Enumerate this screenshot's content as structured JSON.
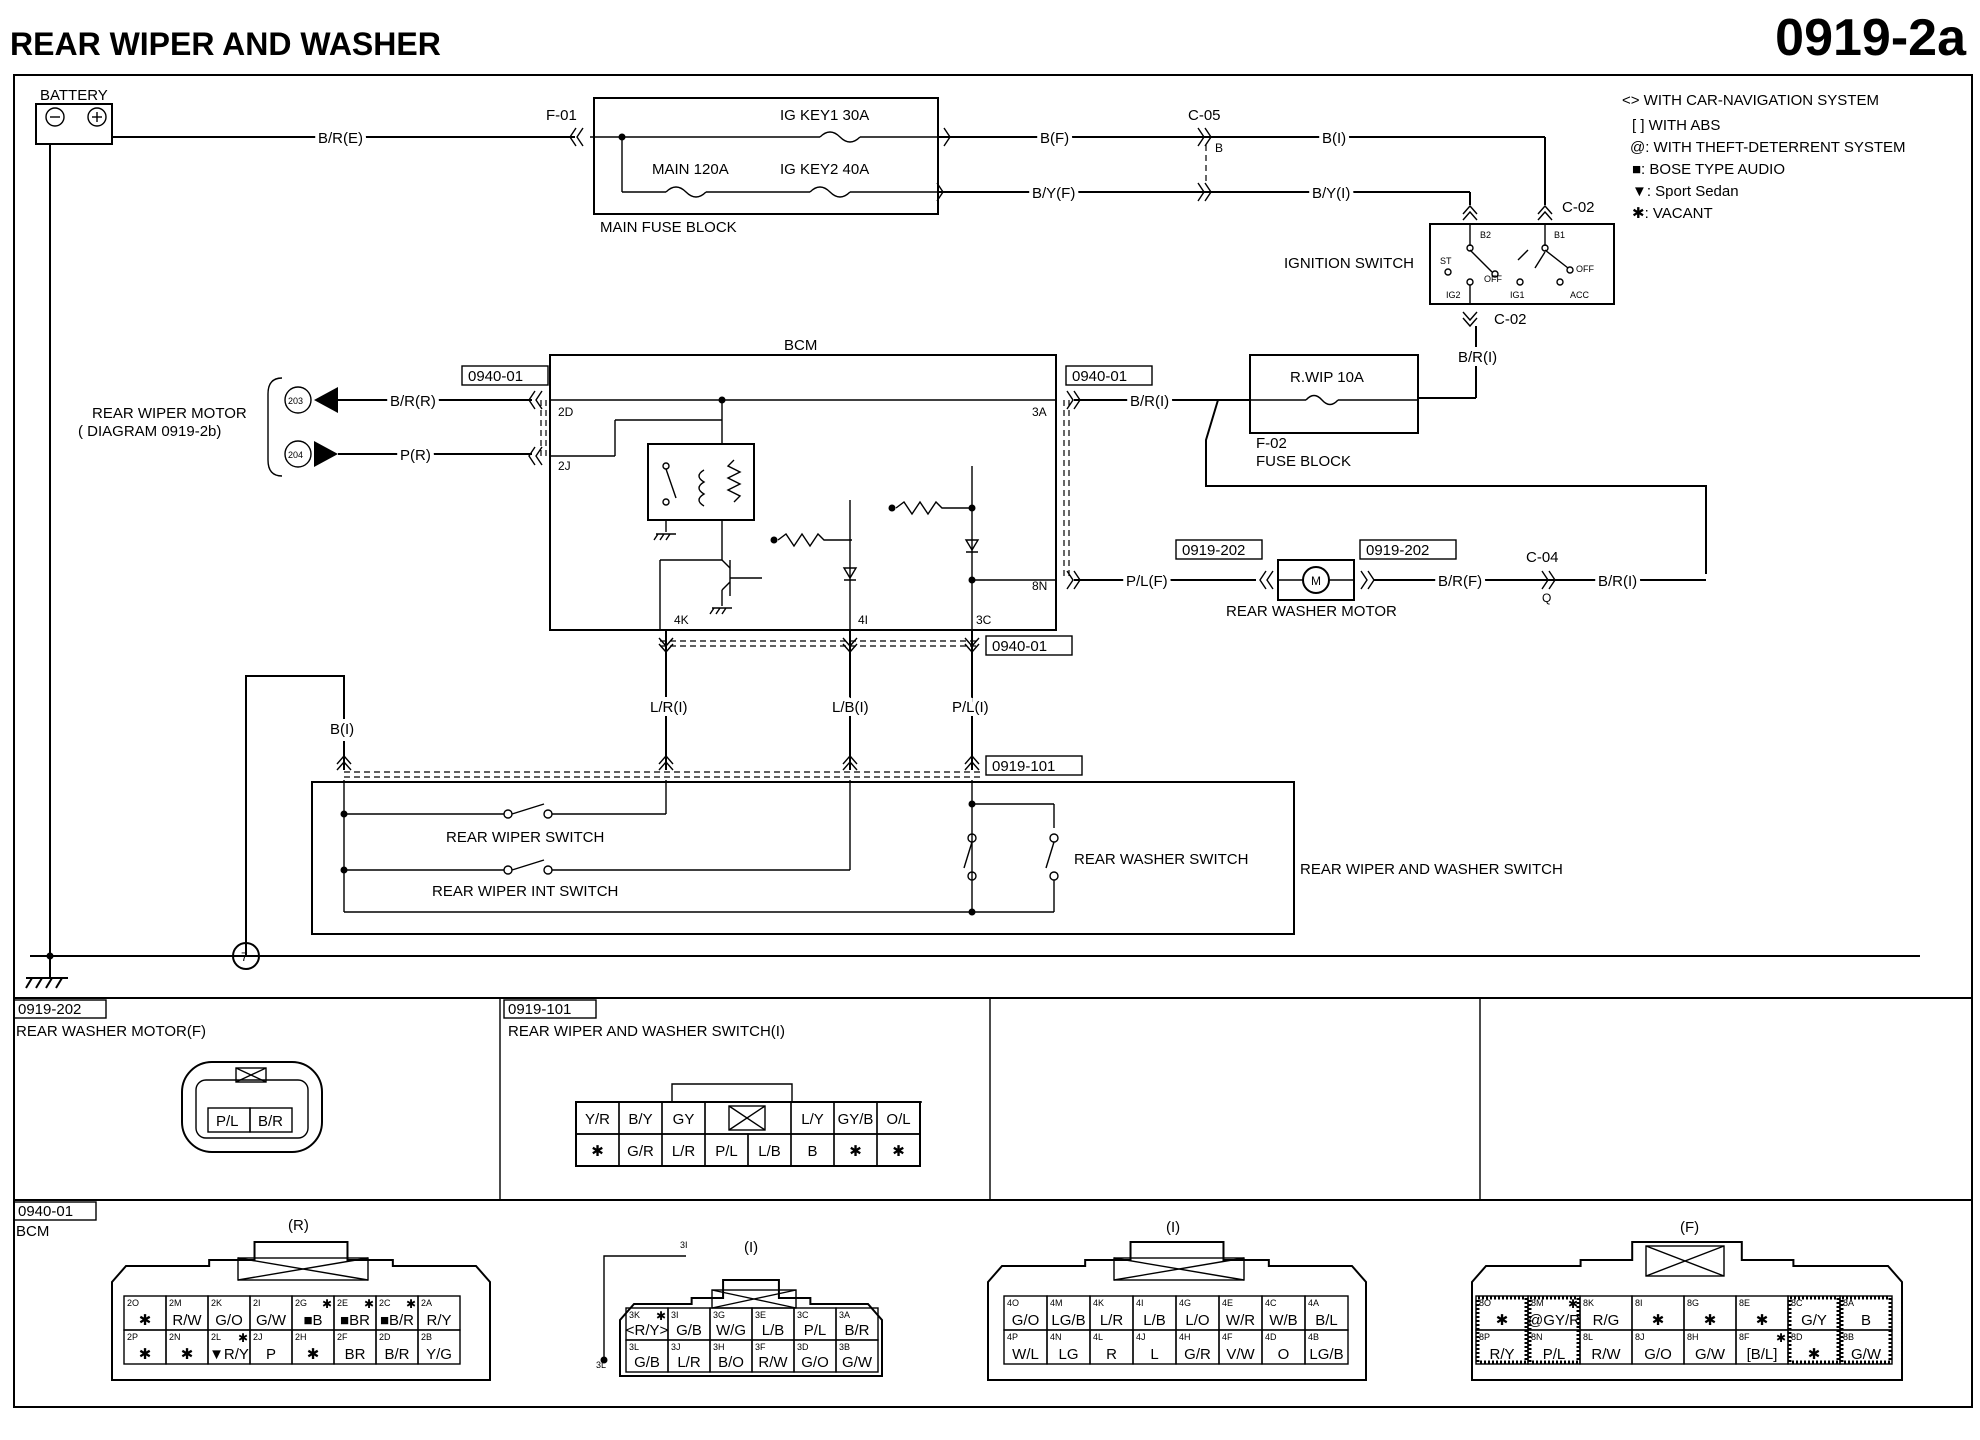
{
  "title": "REAR WIPER AND WASHER",
  "code": "0919-2a",
  "legend": [
    "<> WITH CAR-NAVIGATION SYSTEM",
    "[ ] WITH ABS",
    "@: WITH THEFT-DETERRENT SYSTEM",
    "■: BOSE TYPE AUDIO",
    "▼: Sport Sedan",
    "✱: VACANT"
  ],
  "power": {
    "battery": "BATTERY",
    "fuse_block": "MAIN FUSE BLOCK",
    "main_fuse": "MAIN 120A",
    "ig_key1": "IG KEY1 30A",
    "ig_key2": "IG KEY2 40A",
    "conn_f01": "F-01",
    "conn_c05": "C-05",
    "c05_pin": "B",
    "wire_br_e": "B/R(E)",
    "wire_b_f": "B(F)",
    "wire_by_f": "B/Y(F)",
    "wire_b_i": "B(I)",
    "wire_by_i": "B/Y(I)"
  },
  "ignition": {
    "name": "IGNITION SWITCH",
    "conn_top": "C-02",
    "conn_bottom": "C-02",
    "b2": "B2",
    "b1": "B1",
    "st": "ST",
    "off1": "OFF",
    "off2": "OFF",
    "ig2": "IG2",
    "ig1": "IG1",
    "acc": "ACC",
    "wire_br_i": "B/R(I)"
  },
  "fuse_rwip": {
    "name": "R.WIP 10A",
    "conn": "F-02",
    "block": "FUSE BLOCK",
    "wire_br_i": "B/R(I)"
  },
  "bcm": {
    "name": "BCM",
    "conn_left": "0940-01",
    "conn_right": "0940-01",
    "conn_bottom": "0940-01",
    "pin_2d": "2D",
    "pin_2j": "2J",
    "pin_3a": "3A",
    "pin_8n": "8N",
    "pin_4k": "4K",
    "pin_4i": "4I",
    "pin_3c": "3C"
  },
  "wiper_motor": {
    "line1": "REAR WIPER MOTOR",
    "line2": "( DIAGRAM 0919-2b)",
    "ref1": "203",
    "ref2": "204",
    "wire1": "B/R(R)",
    "wire2": "P(R)"
  },
  "washer_motor": {
    "name": "REAR WASHER MOTOR",
    "conn_left": "0919-202",
    "conn_right": "0919-202",
    "wire_in": "P/L(F)",
    "wire_out": "B/R(F)",
    "conn_c04": "C-04",
    "c04_pin": "Q",
    "wire_br_i": "B/R(I)",
    "symbol": "M"
  },
  "switch_unit": {
    "name": "REAR WIPER AND WASHER SWITCH",
    "conn": "0919-101",
    "wiper_switch": "REAR WIPER SWITCH",
    "int_switch": "REAR WIPER INT SWITCH",
    "washer_switch": "REAR WASHER SWITCH",
    "wire_lr": "L/R(I)",
    "wire_lb": "L/B(I)",
    "wire_pl": "P/L(I)",
    "wire_b": "B(I)",
    "ground_ref": "7"
  },
  "connectors": {
    "washer_motor_view": {
      "code": "0919-202",
      "name": "REAR WASHER MOTOR(F)",
      "pins": [
        "P/L",
        "B/R"
      ]
    },
    "switch_view": {
      "code": "0919-101",
      "name": "REAR WIPER AND WASHER SWITCH(I)",
      "row1": [
        "Y/R",
        "B/Y",
        "GY",
        "",
        "L/Y",
        "GY/B",
        "O/L"
      ],
      "row2": [
        "✱",
        "G/R",
        "L/R",
        "P/L",
        "L/B",
        "B",
        "✱",
        "✱"
      ]
    },
    "bcm_views": {
      "code": "0940-01",
      "name": "BCM",
      "r": {
        "label": "(R)",
        "top_ids": [
          "2O",
          "2M",
          "2K",
          "2I",
          "2G",
          "2E",
          "2C",
          "2A"
        ],
        "top_vals": [
          "✱",
          "R/W",
          "G/O",
          "G/W",
          "■B",
          "■BR",
          "■B/R",
          "R/Y"
        ],
        "top_marks": [
          "",
          "",
          "",
          "",
          "✱",
          "✱",
          "✱",
          ""
        ],
        "bot_ids": [
          "2P",
          "2N",
          "2L",
          "2J",
          "2H",
          "2F",
          "2D",
          "2B"
        ],
        "bot_vals": [
          "✱",
          "✱",
          "▼R/Y",
          "P",
          "✱",
          "BR",
          "B/R",
          "Y/G"
        ],
        "bot_marks": [
          "",
          "",
          "✱",
          "",
          "",
          "",
          "",
          ""
        ]
      },
      "i_small": {
        "label": "(I)",
        "ext_top": "3I",
        "ext_bot": "3L",
        "top_ids": [
          "3K",
          "3I",
          "3G",
          "3E",
          "3C",
          "3A"
        ],
        "top_vals": [
          "<R/Y>",
          "G/B",
          "W/G",
          "L/B",
          "P/L",
          "B/R"
        ],
        "top_marks": [
          "✱",
          "",
          "",
          "",
          "",
          ""
        ],
        "bot_ids": [
          "3L",
          "3J",
          "3H",
          "3F",
          "3D",
          "3B"
        ],
        "bot_vals": [
          "G/B",
          "L/R",
          "B/O",
          "R/W",
          "G/O",
          "G/W"
        ]
      },
      "i_large": {
        "label": "(I)",
        "top_ids": [
          "4O",
          "4M",
          "4K",
          "4I",
          "4G",
          "4E",
          "4C",
          "4A"
        ],
        "top_vals": [
          "G/O",
          "LG/B",
          "L/R",
          "L/B",
          "L/O",
          "W/R",
          "W/B",
          "B/L"
        ],
        "bot_ids": [
          "4P",
          "4N",
          "4L",
          "4J",
          "4H",
          "4F",
          "4D",
          "4B"
        ],
        "bot_vals": [
          "W/L",
          "LG",
          "R",
          "L",
          "G/R",
          "V/W",
          "O",
          "LG/B"
        ]
      },
      "f": {
        "label": "(F)",
        "top_ids": [
          "8O",
          "8M",
          "8K",
          "8I",
          "8G",
          "8E",
          "8C",
          "8A"
        ],
        "top_vals": [
          "✱",
          "@GY/R",
          "R/G",
          "✱",
          "✱",
          "✱",
          "G/Y",
          "B"
        ],
        "top_marks": [
          "",
          "✱",
          "",
          "",
          "",
          "",
          "",
          ""
        ],
        "bot_ids": [
          "8P",
          "8N",
          "8L",
          "8J",
          "8H",
          "8F",
          "8D",
          "8B"
        ],
        "bot_vals": [
          "R/Y",
          "P/L",
          "R/W",
          "G/O",
          "G/W",
          "[B/L]",
          "✱",
          "G/W"
        ],
        "bot_marks": [
          "",
          "",
          "",
          "",
          "",
          "✱",
          "",
          ""
        ]
      }
    }
  }
}
